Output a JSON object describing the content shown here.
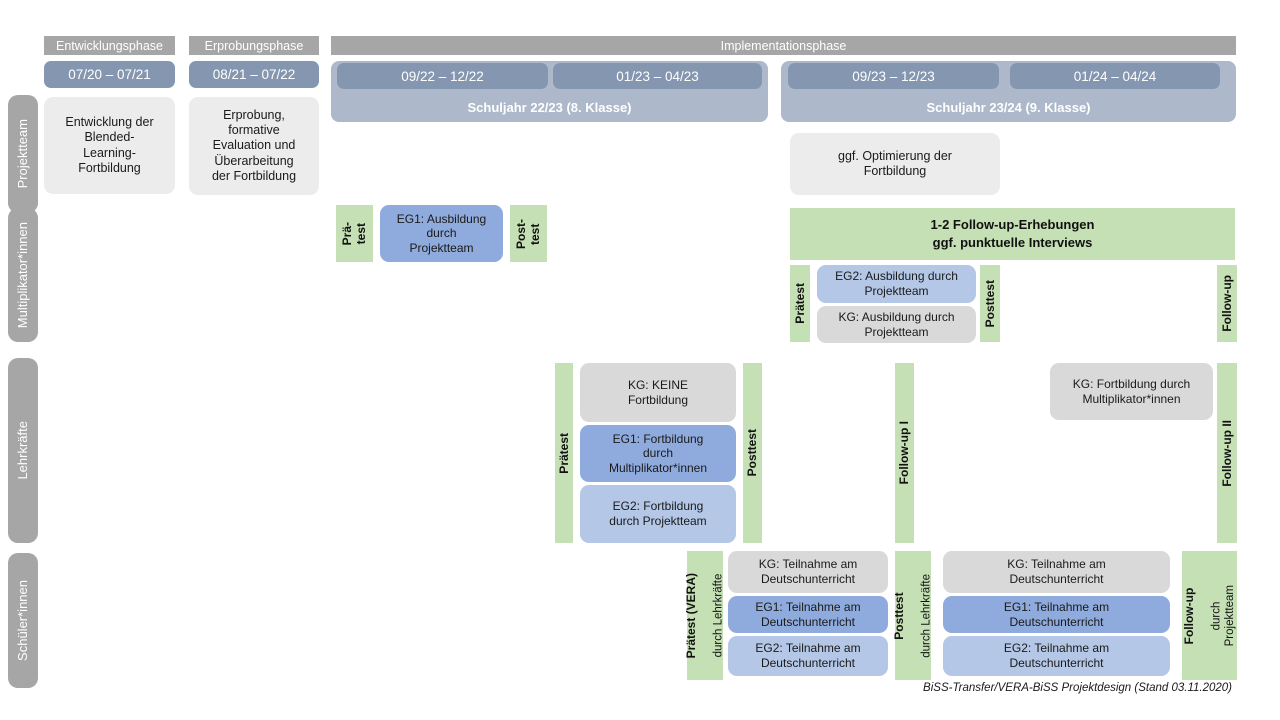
{
  "phases": {
    "entwicklung": {
      "header": "Entwicklungsphase",
      "date": "07/20 – 07/21"
    },
    "erprobung": {
      "header": "Erprobungsphase",
      "date": "08/21 – 07/22"
    },
    "implementation": {
      "header": "Implementationsphase",
      "sj1": {
        "label": "Schuljahr 22/23 (8. Klasse)",
        "d1": "09/22 – 12/22",
        "d2": "01/23 – 04/23"
      },
      "sj2": {
        "label": "Schuljahr 23/24 (9. Klasse)",
        "d1": "09/23 – 12/23",
        "d2": "01/24 – 04/24"
      }
    }
  },
  "row_labels": {
    "projektteam": "Projektteam",
    "multiplikatoren": "Multiplikator*innen",
    "lehrkraefte": "Lehrkräfte",
    "schueler": "Schüler*innen"
  },
  "projektteam": {
    "entwicklung_box": "Entwicklung der\nBlended-\nLearning-\nFortbildung",
    "erprobung_box": "Erprobung,\nformative\nEvaluation und\nÜberarbeitung\nder Fortbildung",
    "optimierung_box": "ggf. Optimierung der\nFortbildung"
  },
  "multiplikatoren": {
    "praetest_left": "Prä-\ntest",
    "eg1": "EG1: Ausbildung\ndurch\nProjektteam",
    "posttest_left": "Post-\ntest",
    "followup_box": "1-2 Follow-up-Erhebungen\nggf. punktuelle Interviews",
    "praetest_right": "Prätest",
    "eg2": "EG2: Ausbildung durch\nProjektteam",
    "kg": "KG: Ausbildung durch\nProjektteam",
    "posttest_right": "Posttest",
    "followup": "Follow-up"
  },
  "lehrkraefte": {
    "praetest": "Prätest",
    "kg_keine": "KG: KEINE\nFortbildung",
    "eg1": "EG1: Fortbildung\ndurch\nMultiplikator*innen",
    "eg2": "EG2: Fortbildung\ndurch Projektteam",
    "posttest": "Posttest",
    "followup1": "Follow-up I",
    "kg_fortbildung": "KG: Fortbildung durch\nMultiplikator*innen",
    "followup2": "Follow-up II"
  },
  "schueler": {
    "praetest_title": "Prätest (VERA)",
    "praetest_sub": "durch Lehrkräfte",
    "kg1": "KG: Teilnahme am\nDeutschunterricht",
    "eg1_1": "EG1: Teilnahme am\nDeutschunterricht",
    "eg2_1": "EG2: Teilnahme am\nDeutschunterricht",
    "posttest_title": "Posttest",
    "posttest_sub": "durch Lehrkräfte",
    "kg2": "KG: Teilnahme am\nDeutschunterricht",
    "eg1_2": "EG1: Teilnahme am\nDeutschunterricht",
    "eg2_2": "EG2: Teilnahme am\nDeutschunterricht",
    "followup_title": "Follow-up",
    "followup_sub": "durch\nProjektteam"
  },
  "footer": "BiSS-Transfer/VERA-BiSS Projektdesign (Stand 03.11.2020)",
  "colors": {
    "phase_header_gray": "#a6a6a6",
    "row_label_gray": "#a6a6a6",
    "date_blue_gray": "#8496b0",
    "schuljahr_container": "#adb9ca",
    "box_light_gray": "#ececec",
    "kg_gray": "#d9d9d9",
    "eg1_blue": "#8faadc",
    "eg2_blue": "#b4c7e7",
    "test_green": "#c5e0b4"
  }
}
